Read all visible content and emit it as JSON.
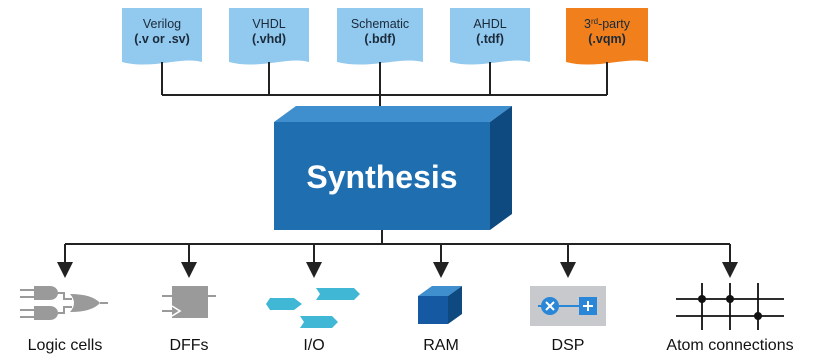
{
  "colors": {
    "doc_fill": "#92c9ee",
    "doc_fill_third_party": "#f07f1c",
    "box_front": "#1e6eb0",
    "box_top": "#3f8fcf",
    "box_side": "#0e4a80",
    "line": "#222222",
    "ram_front": "#1659a3",
    "dsp_bg": "#c7c9cc",
    "dsp_circle": "#2a86d6",
    "io_teal": "#3fb7d5",
    "gray_icon": "#9a9a9a"
  },
  "inputs": [
    {
      "name": "Verilog",
      "ext": "(.v or .sv)",
      "icon": "document-icon"
    },
    {
      "name": "VHDL",
      "ext": "(.vhd)",
      "icon": "document-icon"
    },
    {
      "name": "Schematic",
      "ext": "(.bdf)",
      "icon": "document-icon"
    },
    {
      "name": "AHDL",
      "ext": "(.tdf)",
      "icon": "document-icon"
    },
    {
      "name_prefix": "3",
      "name_sup": "rd",
      "name_suffix": "-party",
      "ext": "(.vqm)",
      "icon": "document-icon"
    }
  ],
  "synthesis": {
    "title": "Synthesis"
  },
  "outputs": [
    {
      "label": "Logic cells",
      "icon": "logic-gates-icon"
    },
    {
      "label": "DFFs",
      "icon": "flip-flop-icon"
    },
    {
      "label": "I/O",
      "icon": "io-buffers-icon"
    },
    {
      "label": "RAM",
      "icon": "ram-block-icon"
    },
    {
      "label": "DSP",
      "icon": "dsp-block-icon"
    },
    {
      "label": "Atom connections",
      "icon": "connection-grid-icon"
    }
  ]
}
